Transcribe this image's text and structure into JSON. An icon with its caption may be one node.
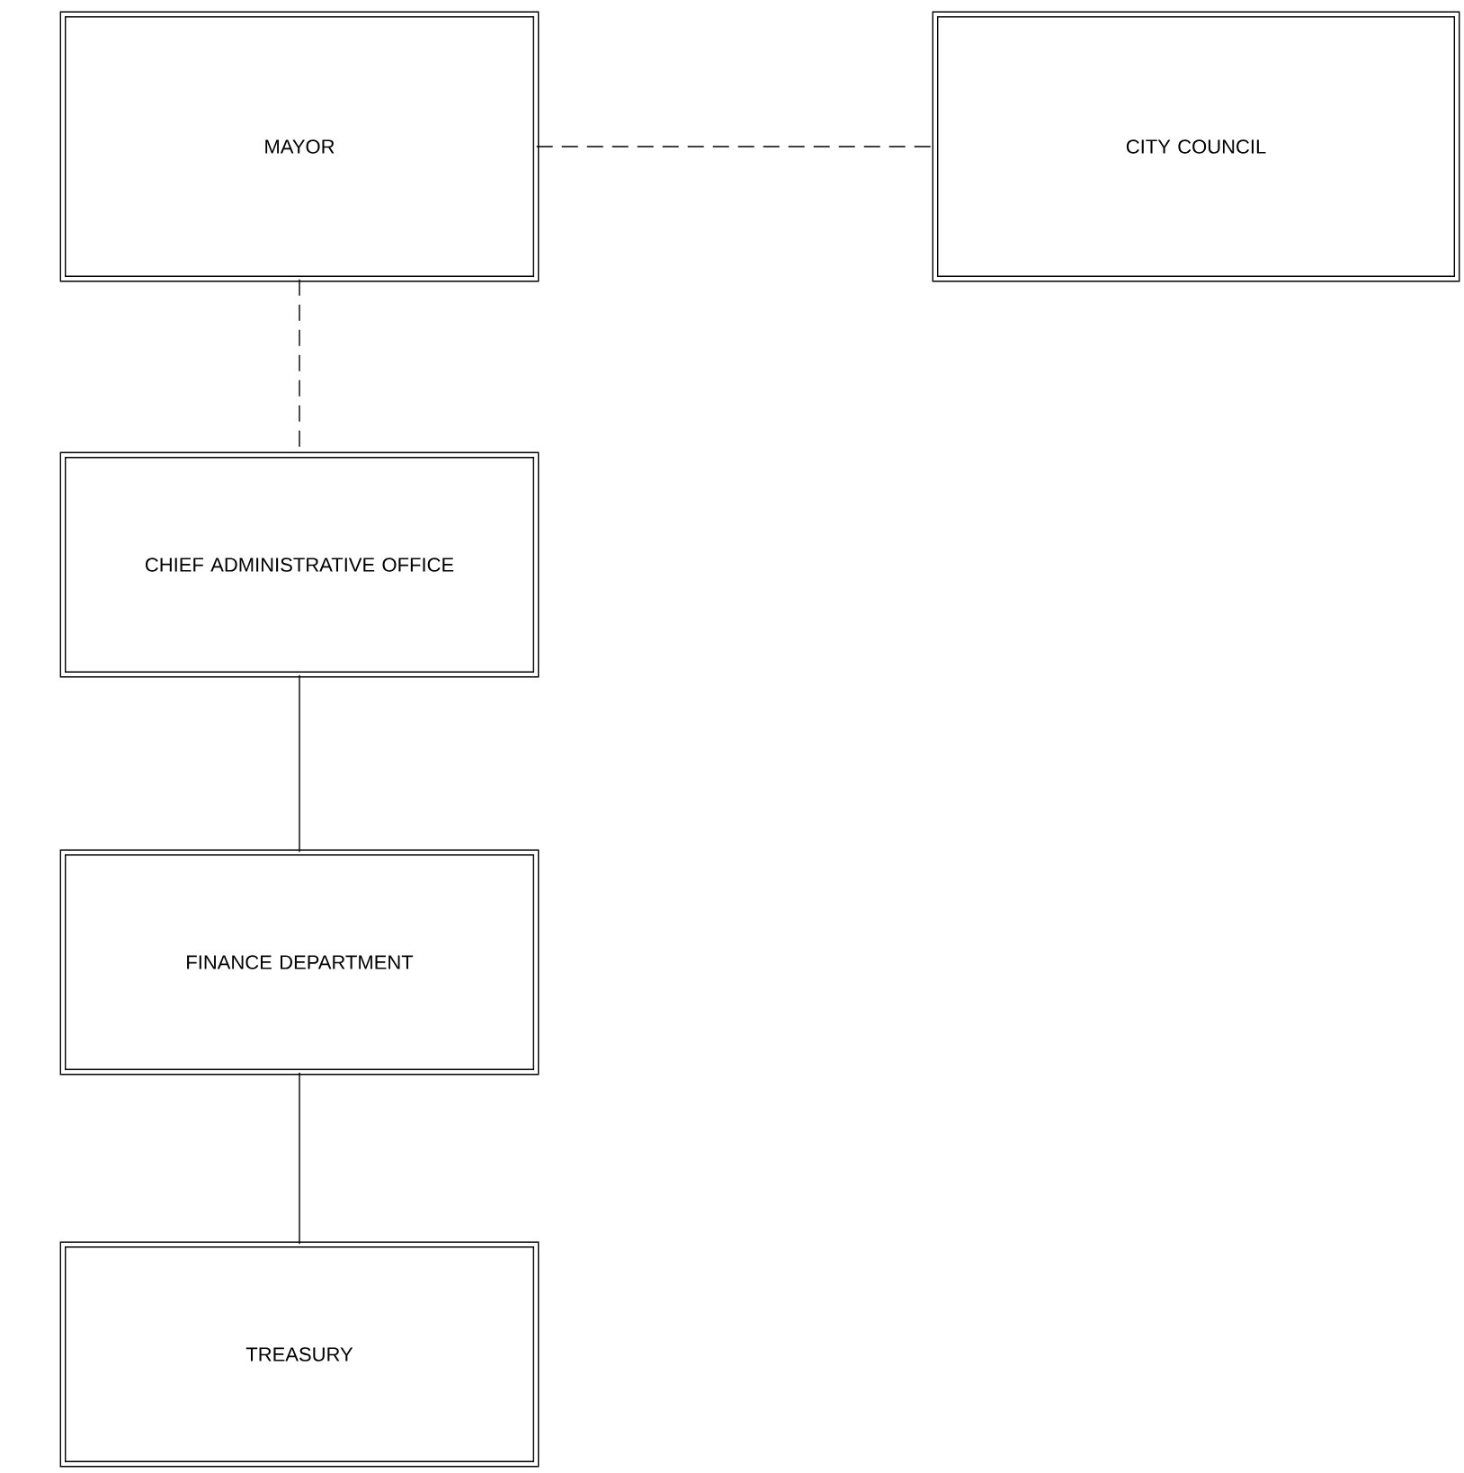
{
  "diagram": {
    "nodes": [
      {
        "text": [
          "MAYOR"
        ]
      },
      {
        "text": [
          "CITY COUNCIL"
        ]
      },
      {
        "text": [
          "CHIEF ADMINISTRATIVE OFFICE"
        ]
      },
      {
        "text": [
          "FINANCE DEPARTMENT"
        ]
      },
      {
        "text": [
          "TREASURY"
        ]
      }
    ],
    "edges": [
      {
        "from": 0,
        "to": 1,
        "arrow": "none",
        "style": "dashed"
      },
      {
        "from": 0,
        "to": 2,
        "arrow": "none",
        "style": "dashed"
      },
      {
        "from": 2,
        "to": 3,
        "arrow": "none"
      },
      {
        "from": 3,
        "to": 4,
        "arrow": "none"
      }
    ]
  }
}
